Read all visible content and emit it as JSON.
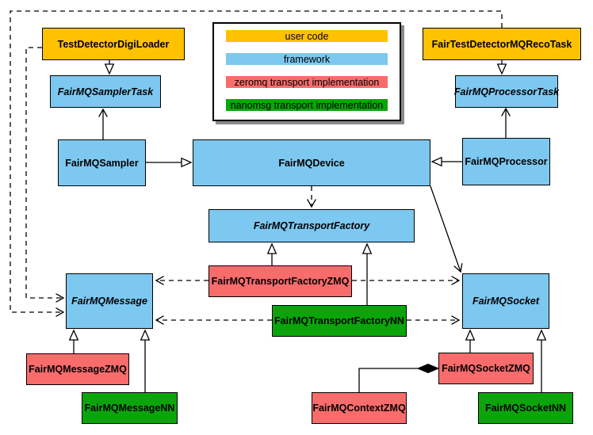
{
  "legend": {
    "items": [
      {
        "label": "user code",
        "color": "#FFC200"
      },
      {
        "label": "framework",
        "color": "#7DC8F0"
      },
      {
        "label": "zeromq transport implementation",
        "color": "#F96C6C"
      },
      {
        "label": "nanomsg transport implementation",
        "color": "#0BA50B"
      }
    ]
  },
  "nodes": {
    "testDetectorDigiLoader": {
      "label": "TestDetectorDigiLoader",
      "category": "user code"
    },
    "fairMQSamplerTask": {
      "label": "FairMQSamplerTask",
      "category": "framework",
      "abstract": true
    },
    "fairMQSampler": {
      "label": "FairMQSampler",
      "category": "framework"
    },
    "fairMQDevice": {
      "label": "FairMQDevice",
      "category": "framework"
    },
    "fairTestDetectorMQRecoTask": {
      "label": "FairTestDetectorMQRecoTask",
      "category": "user code"
    },
    "fairMQProcessorTask": {
      "label": "FairMQProcessorTask",
      "category": "framework",
      "abstract": true
    },
    "fairMQProcessor": {
      "label": "FairMQProcessor",
      "category": "framework"
    },
    "fairMQTransportFactory": {
      "label": "FairMQTransportFactory",
      "category": "framework",
      "abstract": true
    },
    "fairMQTransportFactoryZMQ": {
      "label": "FairMQTransportFactoryZMQ",
      "category": "zeromq transport implementation"
    },
    "fairMQTransportFactoryNN": {
      "label": "FairMQTransportFactoryNN",
      "category": "nanomsg transport implementation"
    },
    "fairMQMessage": {
      "label": "FairMQMessage",
      "category": "framework",
      "abstract": true
    },
    "fairMQSocket": {
      "label": "FairMQSocket",
      "category": "framework",
      "abstract": true
    },
    "fairMQMessageZMQ": {
      "label": "FairMQMessageZMQ",
      "category": "zeromq transport implementation"
    },
    "fairMQMessageNN": {
      "label": "FairMQMessageNN",
      "category": "nanomsg transport implementation"
    },
    "fairMQContextZMQ": {
      "label": "FairMQContextZMQ",
      "category": "zeromq transport implementation"
    },
    "fairMQSocketZMQ": {
      "label": "FairMQSocketZMQ",
      "category": "zeromq transport implementation"
    },
    "fairMQSocketNN": {
      "label": "FairMQSocketNN",
      "category": "nanomsg transport implementation"
    }
  },
  "edges": [
    {
      "from": "TestDetectorDigiLoader",
      "to": "FairMQSamplerTask",
      "type": "inheritance"
    },
    {
      "from": "FairMQSampler",
      "to": "FairMQSamplerTask",
      "type": "inheritance"
    },
    {
      "from": "FairMQSampler",
      "to": "FairMQDevice",
      "type": "inheritance"
    },
    {
      "from": "FairTestDetectorMQRecoTask",
      "to": "FairMQProcessorTask",
      "type": "inheritance"
    },
    {
      "from": "FairMQProcessor",
      "to": "FairMQProcessorTask",
      "type": "inheritance"
    },
    {
      "from": "FairMQProcessor",
      "to": "FairMQDevice",
      "type": "inheritance"
    },
    {
      "from": "FairMQDevice",
      "to": "FairMQTransportFactory",
      "type": "dashed-dependency"
    },
    {
      "from": "FairMQDevice",
      "to": "FairMQSocket",
      "type": "association"
    },
    {
      "from": "FairMQTransportFactoryZMQ",
      "to": "FairMQTransportFactory",
      "type": "inheritance"
    },
    {
      "from": "FairMQTransportFactoryNN",
      "to": "FairMQTransportFactory",
      "type": "inheritance"
    },
    {
      "from": "FairMQTransportFactoryZMQ",
      "to": "FairMQMessage",
      "type": "dashed-dependency"
    },
    {
      "from": "FairMQTransportFactoryZMQ",
      "to": "FairMQSocket",
      "type": "dashed-dependency"
    },
    {
      "from": "FairMQTransportFactoryNN",
      "to": "FairMQMessage",
      "type": "dashed-dependency"
    },
    {
      "from": "FairMQTransportFactoryNN",
      "to": "FairMQSocket",
      "type": "dashed-dependency"
    },
    {
      "from": "TestDetectorDigiLoader",
      "to": "FairMQMessage",
      "type": "dashed-dependency"
    },
    {
      "from": "FairTestDetectorMQRecoTask",
      "to": "FairMQMessage",
      "type": "dashed-dependency"
    },
    {
      "from": "FairMQMessageZMQ",
      "to": "FairMQMessage",
      "type": "inheritance"
    },
    {
      "from": "FairMQMessageNN",
      "to": "FairMQMessage",
      "type": "inheritance"
    },
    {
      "from": "FairMQSocketZMQ",
      "to": "FairMQSocket",
      "type": "inheritance"
    },
    {
      "from": "FairMQSocketNN",
      "to": "FairMQSocket",
      "type": "inheritance"
    },
    {
      "from": "FairMQContextZMQ",
      "to": "FairMQSocketZMQ",
      "type": "composition"
    }
  ]
}
